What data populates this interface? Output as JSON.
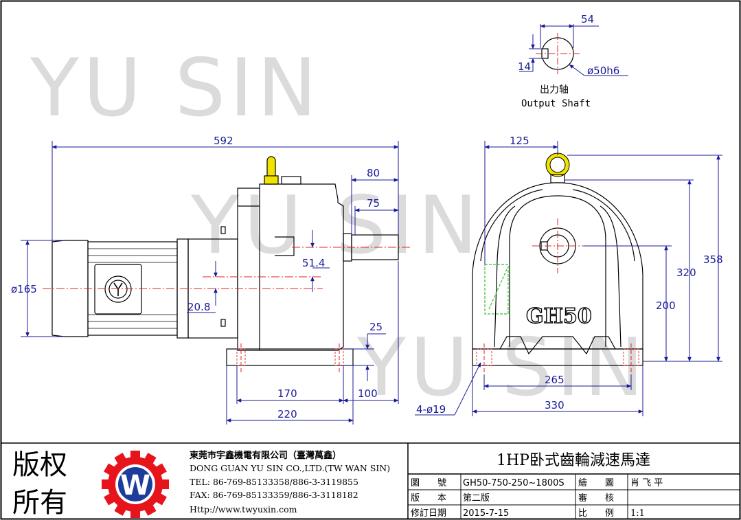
{
  "watermark": "YU SIN",
  "shaft_detail": {
    "dim_width": "54",
    "dim_key": "14",
    "dim_diameter": "ø50h6",
    "label_cn": "出力轴",
    "label_en": "Output Shaft"
  },
  "side_view": {
    "dim_overall_length": "592",
    "dim_shaft_80": "80",
    "dim_shaft_75": "75",
    "dim_motor_dia": "ø165",
    "dim_offset_514": "51.4",
    "dim_offset_208": "20.8",
    "dim_foot_25": "25",
    "dim_foot_170": "170",
    "dim_foot_100": "100",
    "dim_foot_220": "220"
  },
  "front_view": {
    "model_text": "GH50",
    "dim_125": "125",
    "dim_358": "358",
    "dim_320": "320",
    "dim_200": "200",
    "dim_265": "265",
    "dim_330": "330",
    "dim_holes": "4-ø19"
  },
  "title_block": {
    "copyright_line1": "版权",
    "copyright_line2": "所有",
    "logo_letter": "W",
    "company_cn": "東莞市宇鑫機電有限公司（臺灣萬鑫）",
    "company_en": "DONG GUAN YU SIN CO.,LTD.(TW WAN SIN)",
    "tel": "TEL: 86-769-85133358/886-3-3119855",
    "fax": "FAX: 86-769-85133359/886-3-3118182",
    "web": "Http://www.twyuxin.com",
    "product_title": "1HP卧式齒輪減速馬達",
    "rows": [
      {
        "label": "圖　　號",
        "value": "GH50-750-250~1800S",
        "label2": "繪　　圖",
        "value2": "肖 飞 平"
      },
      {
        "label": "版　　本",
        "value": "第二版",
        "label2": "審　　核",
        "value2": ""
      },
      {
        "label": "修訂日期",
        "value": "2015-7-15",
        "label2": "比　　例",
        "value2": "1:1"
      }
    ]
  },
  "colors": {
    "outline": "#000000",
    "dimension": "#1a1a9a",
    "centerline": "#e02020",
    "watermark": "#cfcfcf",
    "eyebolt": "#f2e200",
    "hidden_box": "#30c030",
    "logo_red": "#e8141c",
    "logo_blue": "#1e3c9c"
  }
}
